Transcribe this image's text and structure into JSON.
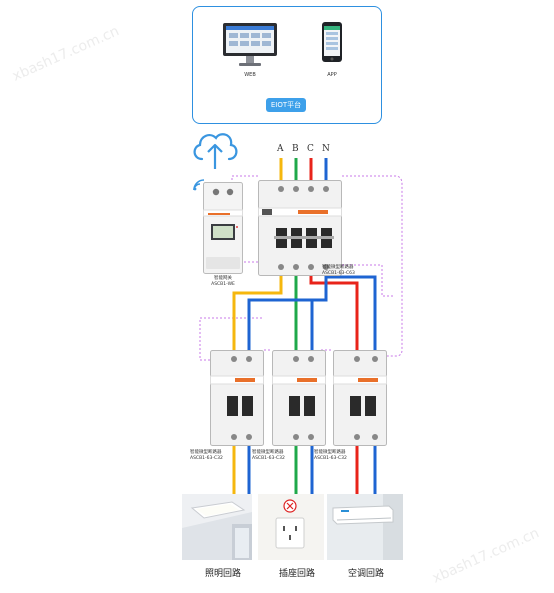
{
  "platform": {
    "web_label": "WEB",
    "app_label": "APP",
    "name": "EIOT平台"
  },
  "phases": [
    "A",
    "B",
    "C",
    "N"
  ],
  "gateway": {
    "label_line1": "智能网关",
    "label_line2": "ASCB1-WE"
  },
  "main_breaker": {
    "label_line1": "智能微型断路器",
    "label_line2": "ASCB1-63-C63"
  },
  "branch_breakers": [
    {
      "label_line1": "智能微型断路器",
      "label_line2": "ASCB1-63-C32"
    },
    {
      "label_line1": "智能微型断路器",
      "label_line2": "ASCB1-63-C32"
    },
    {
      "label_line1": "智能微型断路器",
      "label_line2": "ASCB1-63-C32"
    }
  ],
  "scenes": [
    {
      "label": "照明回路",
      "icon": "ceiling-light"
    },
    {
      "label": "插座回路",
      "icon": "wall-socket"
    },
    {
      "label": "空调回路",
      "icon": "air-conditioner"
    }
  ],
  "watermarks": [
    "xbash17.com.cn",
    "xbash17.com.cn"
  ],
  "colors": {
    "accent": "#2e90e0",
    "phase_a": "#f5b70e",
    "phase_b": "#1fa84a",
    "phase_c": "#e8231a",
    "phase_n": "#1e64d2",
    "comm": "#c879e8"
  }
}
